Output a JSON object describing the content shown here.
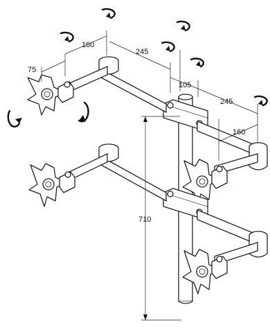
{
  "dimensions": {
    "d75": "75",
    "d160_top": "160",
    "d245_top": "245",
    "d105": "105",
    "d245_right": "245",
    "d160_right": "160",
    "d710": "710"
  }
}
